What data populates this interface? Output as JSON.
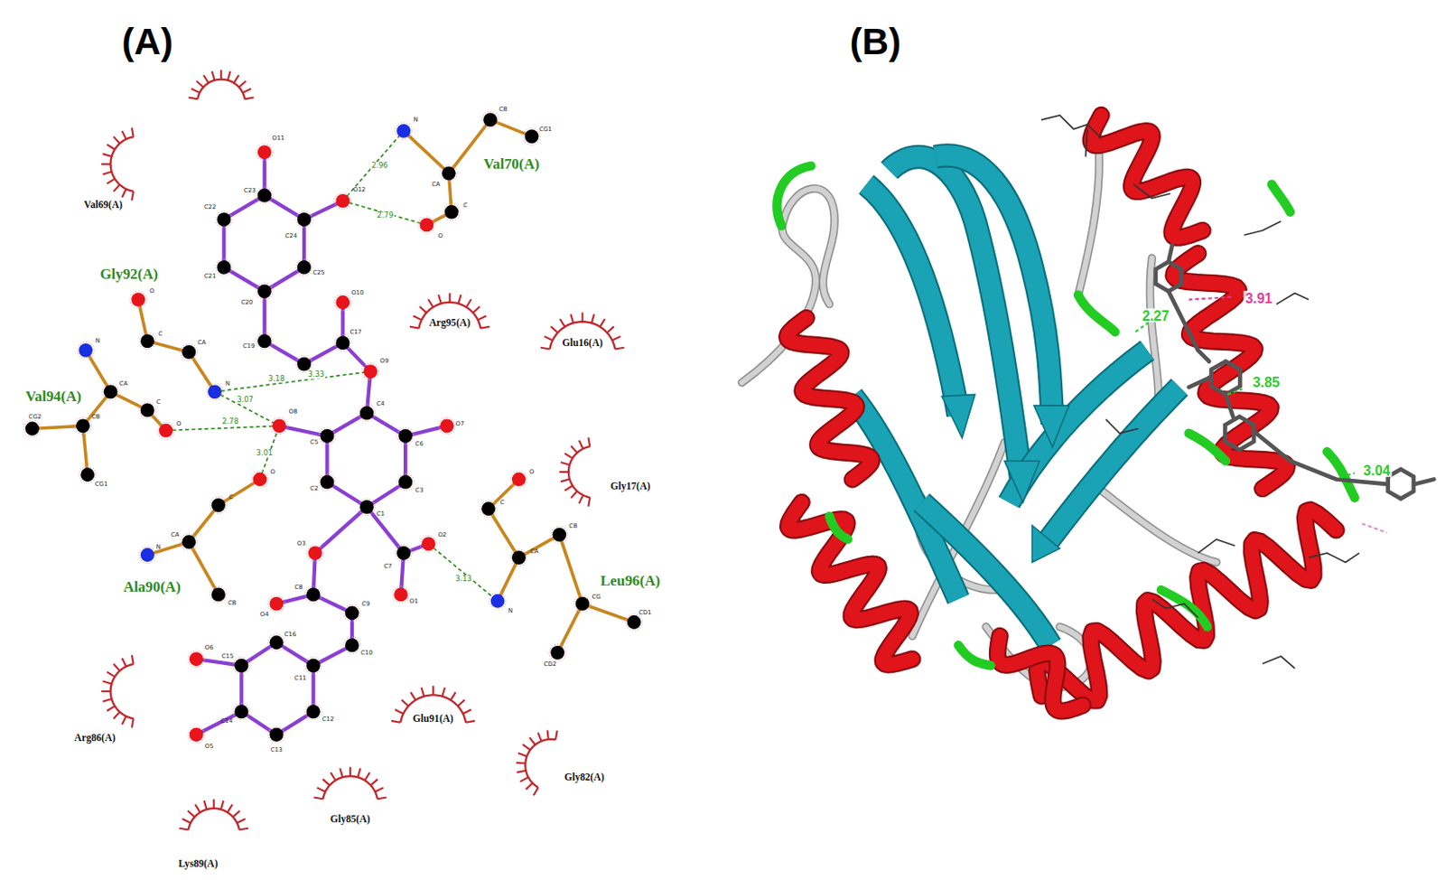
{
  "diagram": {
    "labels": [
      "(A)",
      "(B)",
      "Val69(A)",
      "Val70(A)",
      "Gly92(A)",
      "Arg95(A)",
      "Glu16(A)",
      "Val94(A)",
      "Gly17(A)",
      "Leu96(A)",
      "Ala90(A)",
      "Arg86(A)",
      "Glu91(A)",
      "Gly82(A)",
      "Gly85(A)",
      "Lys89(A)",
      "2.96",
      "2.79",
      "3.18",
      "3.33",
      "3.07",
      "2.78",
      "3.01",
      "3.13",
      "O11",
      "C23",
      "O12",
      "C22",
      "C24",
      "C21",
      "C25",
      "C20",
      "C19",
      "C17",
      "O10",
      "O9",
      "O8",
      "C4",
      "O7",
      "C5",
      "C6",
      "C2",
      "C3",
      "C1",
      "O3",
      "O2",
      "C7",
      "C8",
      "O1",
      "O4",
      "C9",
      "C10",
      "C16",
      "C11",
      "O6",
      "C15",
      "C12",
      "C14",
      "O5",
      "C13",
      "N",
      "CA",
      "CB",
      "CG1",
      "C",
      "O",
      "O",
      "C",
      "CA",
      "N",
      "N",
      "CA",
      "C",
      "O",
      "CB",
      "CG2",
      "CG1",
      "O",
      "C",
      "CA",
      "N",
      "CB",
      "O",
      "C",
      "CA",
      "CB",
      "N",
      "CG",
      "CD1",
      "CD2",
      "3.91",
      "2.27",
      "3.85",
      "3.04"
    ]
  }
}
